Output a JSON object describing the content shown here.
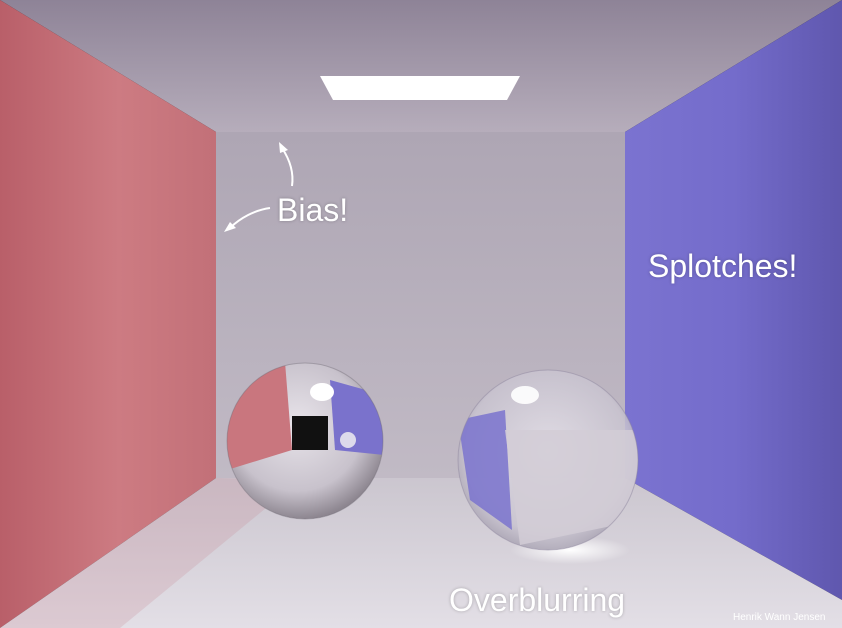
{
  "annotations": {
    "bias": "Bias!",
    "splotches": "Splotches!",
    "overblurring": "Overblurring"
  },
  "credit": "Henrik Wann Jensen",
  "colors": {
    "left_wall": "#c97078",
    "right_wall": "#6f68c4",
    "back_wall": "#b6aebc",
    "ceiling": "#a89daf",
    "floor": "#d8d4dc",
    "light": "#ffffff",
    "text": "#ffffff"
  },
  "icons": {
    "arrow": "curved-arrow-icon"
  }
}
